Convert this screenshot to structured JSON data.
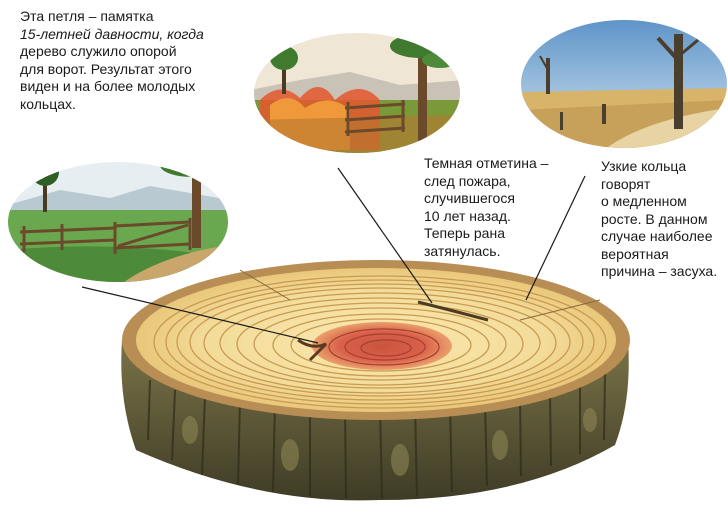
{
  "captions": {
    "gate_loop": [
      "Эта петля – памятка",
      "15-летней давности, когда",
      "дерево служило опорой",
      "для ворот. Результат этого",
      "виден и на более молодых",
      "кольцах."
    ],
    "fire_scar": [
      "Темная отметина –",
      "след пожара,",
      "случившегося",
      "10 лет назад.",
      "Теперь рана",
      "затянулась."
    ],
    "narrow_rings": [
      "Узкие кольца",
      "говорят",
      "о медленном",
      "росте. В данном",
      "случае наиболее",
      "вероятная",
      "причина – засуха."
    ]
  },
  "colors": {
    "sapwood": "#f3dc9a",
    "heartwood": "#d9604a",
    "bark": "#5e5a3a",
    "grass": "#6aa84f",
    "sky": "#7fb2d9",
    "dry_field": "#d8b36a",
    "fire": "#e4572e"
  }
}
